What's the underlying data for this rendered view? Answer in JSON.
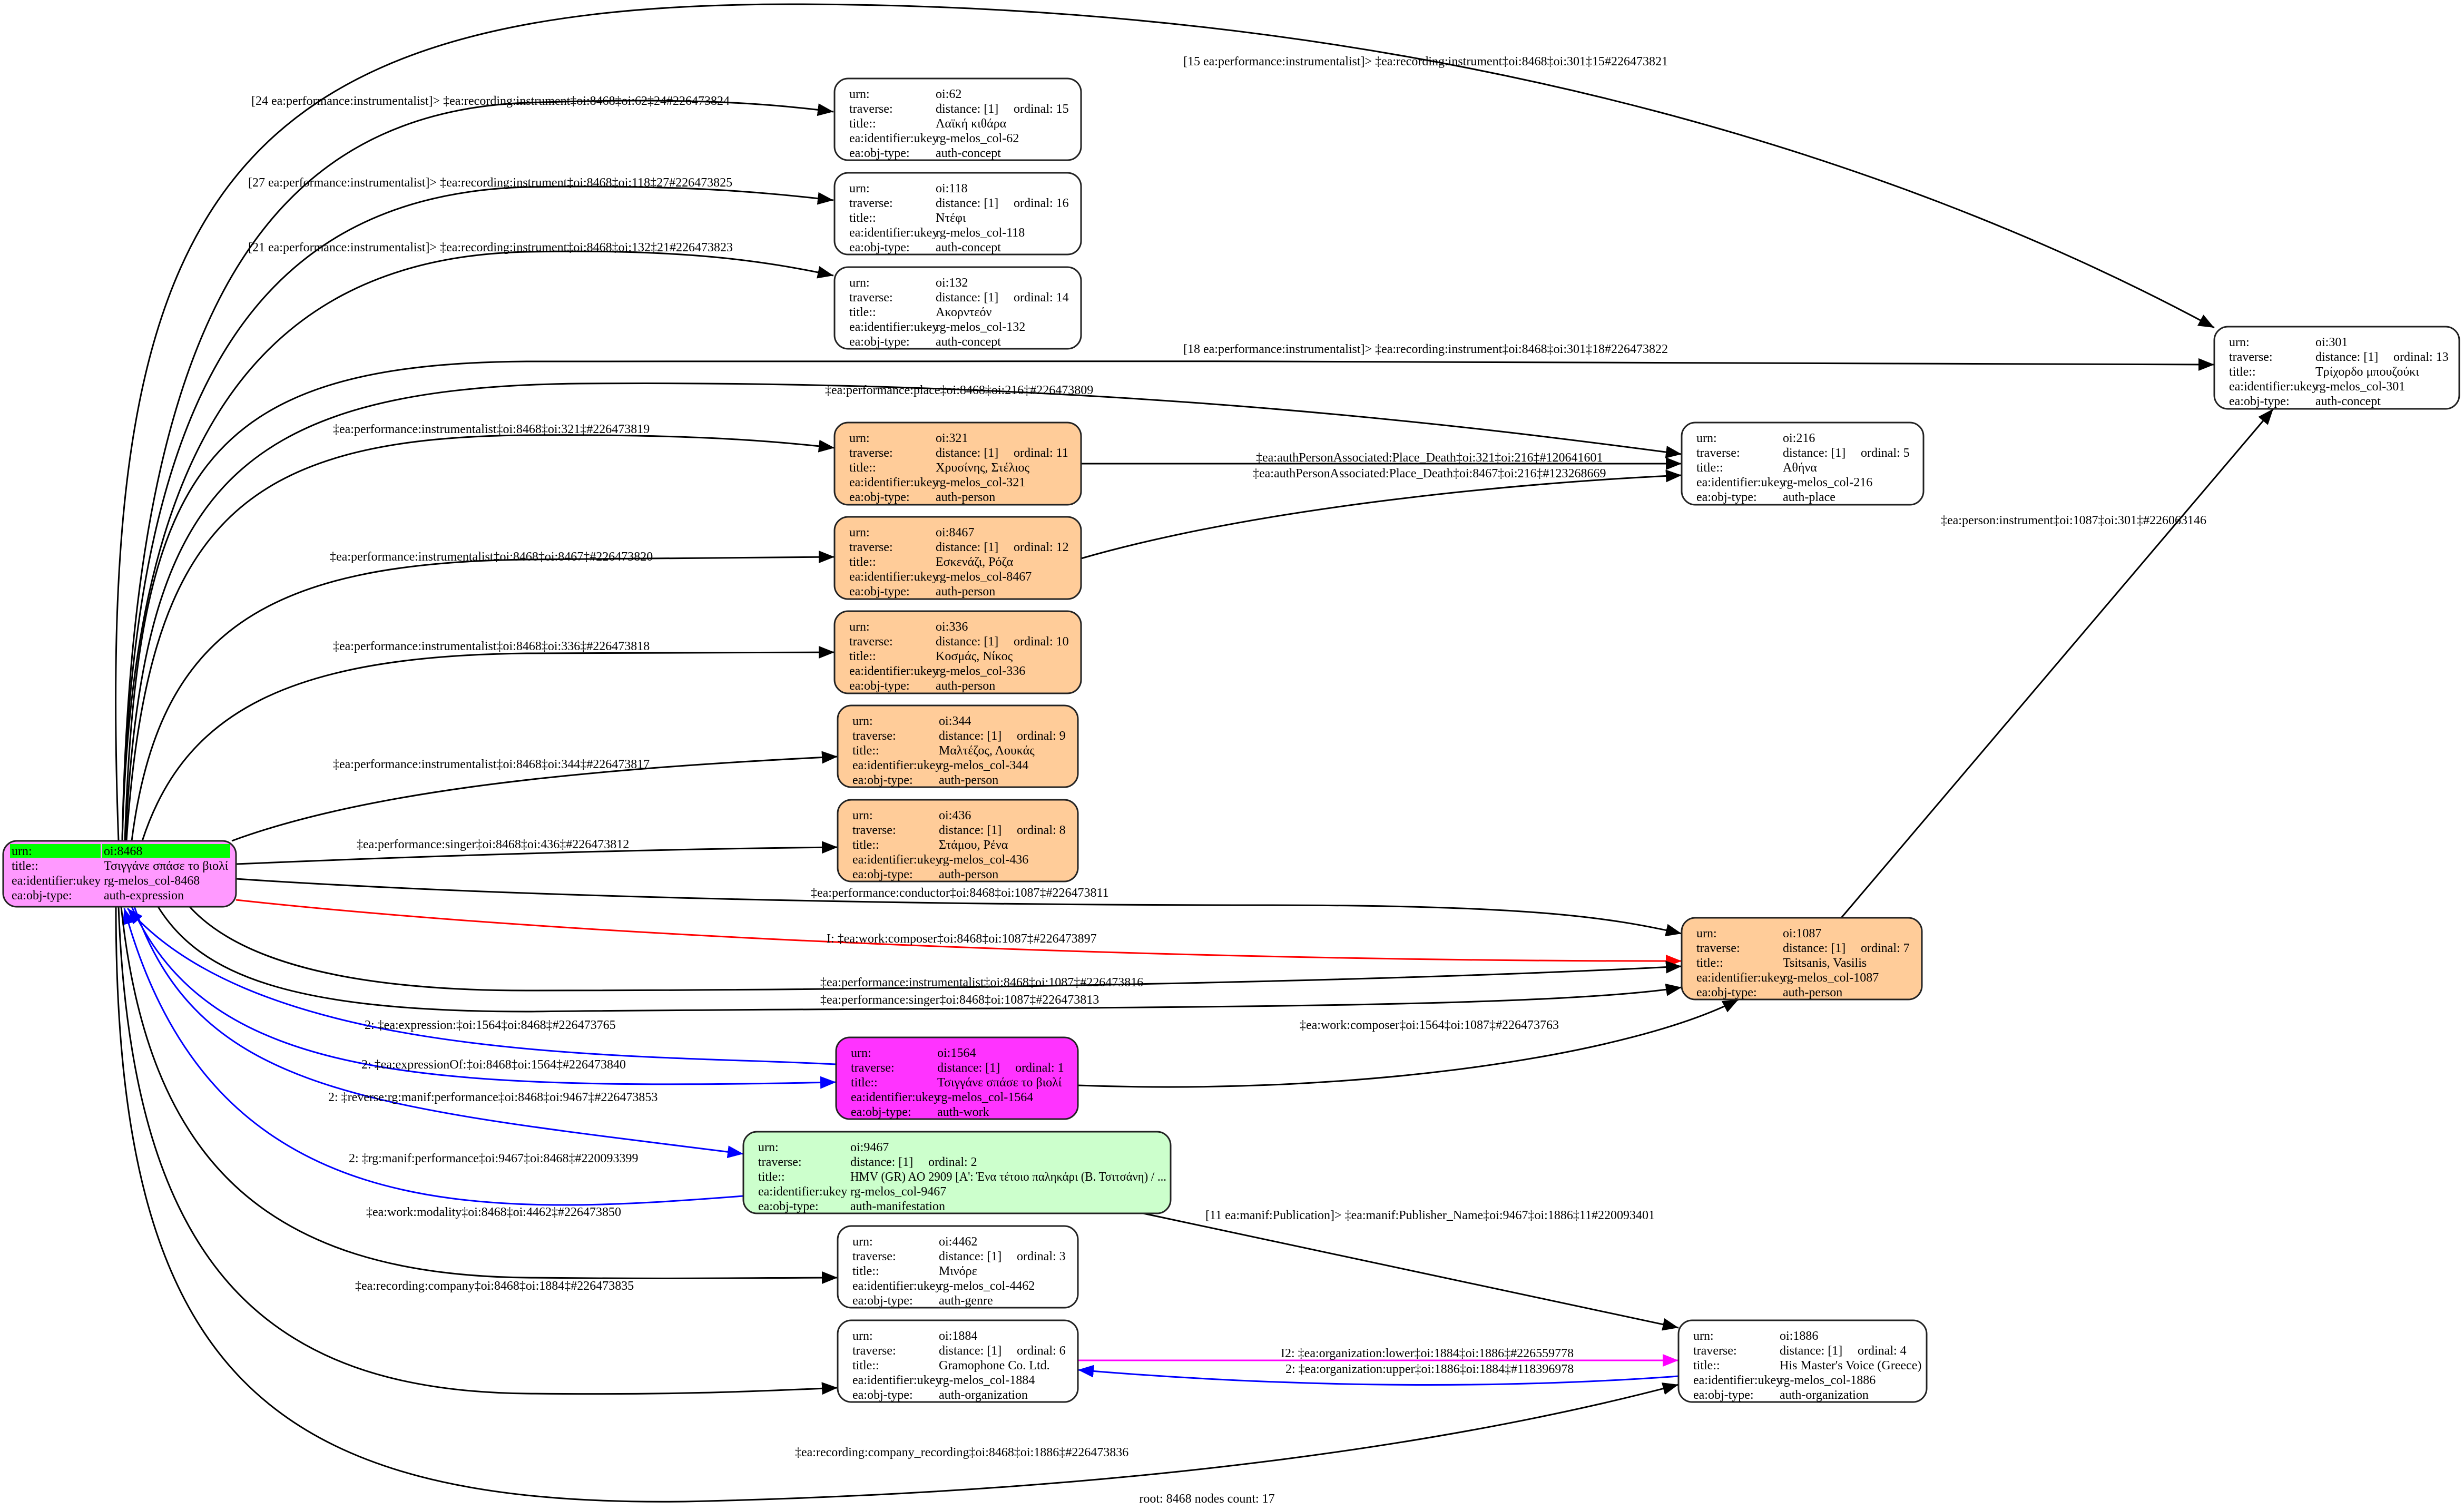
{
  "field_labels": {
    "urn": "urn:",
    "traverse": "traverse:",
    "title": "title::",
    "ukey": "ea:identifier:ukey",
    "obj_type": "ea:obj-type:"
  },
  "colors": {
    "root_fill": "#ff99ff",
    "root_highlight": "#00ff00",
    "person_fill": "#ffcc99",
    "work_fill": "#ff33ff",
    "manifestation_fill": "#ccffcc",
    "default_fill": "#ffffff",
    "edge_default": "#000000",
    "edge_composer": "#ff0000",
    "edge_inverse": "#0000ff",
    "edge_hierarchy": "#ff00ff"
  },
  "nodes": [
    {
      "urn": "oi:8468",
      "title": "Τσιγγάνε σπάσε το βιολί",
      "ukey": "rg-melos_col-8468",
      "obj_type": "auth-expression",
      "fill": "#ff99ff",
      "root": true
    },
    {
      "urn": "oi:62",
      "distance": "distance: [1]",
      "ordinal": "ordinal: 15",
      "title": "Λαϊκή κιθάρα",
      "ukey": "rg-melos_col-62",
      "obj_type": "auth-concept",
      "fill": "#ffffff"
    },
    {
      "urn": "oi:118",
      "distance": "distance: [1]",
      "ordinal": "ordinal: 16",
      "title": "Ντέφι",
      "ukey": "rg-melos_col-118",
      "obj_type": "auth-concept",
      "fill": "#ffffff"
    },
    {
      "urn": "oi:132",
      "distance": "distance: [1]",
      "ordinal": "ordinal: 14",
      "title": "Ακορντεόν",
      "ukey": "rg-melos_col-132",
      "obj_type": "auth-concept",
      "fill": "#ffffff"
    },
    {
      "urn": "oi:321",
      "distance": "distance: [1]",
      "ordinal": "ordinal: 11",
      "title": "Χρυσίνης, Στέλιος",
      "ukey": "rg-melos_col-321",
      "obj_type": "auth-person",
      "fill": "#ffcc99"
    },
    {
      "urn": "oi:8467",
      "distance": "distance: [1]",
      "ordinal": "ordinal: 12",
      "title": "Εσκενάζι, Ρόζα",
      "ukey": "rg-melos_col-8467",
      "obj_type": "auth-person",
      "fill": "#ffcc99"
    },
    {
      "urn": "oi:336",
      "distance": "distance: [1]",
      "ordinal": "ordinal: 10",
      "title": "Κοσμάς, Νίκος",
      "ukey": "rg-melos_col-336",
      "obj_type": "auth-person",
      "fill": "#ffcc99"
    },
    {
      "urn": "oi:344",
      "distance": "distance: [1]",
      "ordinal": "ordinal: 9",
      "title": "Μαλτέζος, Λουκάς",
      "ukey": "rg-melos_col-344",
      "obj_type": "auth-person",
      "fill": "#ffcc99"
    },
    {
      "urn": "oi:436",
      "distance": "distance: [1]",
      "ordinal": "ordinal: 8",
      "title": "Στάμου, Ρένα",
      "ukey": "rg-melos_col-436",
      "obj_type": "auth-person",
      "fill": "#ffcc99"
    },
    {
      "urn": "oi:1564",
      "distance": "distance: [1]",
      "ordinal": "ordinal: 1",
      "title": "Τσιγγάνε σπάσε το βιολί",
      "ukey": "rg-melos_col-1564",
      "obj_type": "auth-work",
      "fill": "#ff33ff"
    },
    {
      "urn": "oi:9467",
      "distance": "distance: [1]",
      "ordinal": "ordinal: 2",
      "title": "HMV (GR) AO 2909 [A': Ένα τέτοιο παληκάρι (Β. Τσιτσάνη) / ...",
      "ukey": "rg-melos_col-9467",
      "obj_type": "auth-manifestation",
      "fill": "#ccffcc"
    },
    {
      "urn": "oi:4462",
      "distance": "distance: [1]",
      "ordinal": "ordinal: 3",
      "title": "Μινόρε",
      "ukey": "rg-melos_col-4462",
      "obj_type": "auth-genre",
      "fill": "#ffffff"
    },
    {
      "urn": "oi:1884",
      "distance": "distance: [1]",
      "ordinal": "ordinal: 6",
      "title": "Gramophone Co. Ltd.",
      "ukey": "rg-melos_col-1884",
      "obj_type": "auth-organization",
      "fill": "#ffffff"
    },
    {
      "urn": "oi:216",
      "distance": "distance: [1]",
      "ordinal": "ordinal: 5",
      "title": "Αθήνα",
      "ukey": "rg-melos_col-216",
      "obj_type": "auth-place",
      "fill": "#ffffff"
    },
    {
      "urn": "oi:301",
      "distance": "distance: [1]",
      "ordinal": "ordinal: 13",
      "title": "Τρίχορδο μπουζούκι",
      "ukey": "rg-melos_col-301",
      "obj_type": "auth-concept",
      "fill": "#ffffff"
    },
    {
      "urn": "oi:1087",
      "distance": "distance: [1]",
      "ordinal": "ordinal: 7",
      "title": "Tsitsanis, Vasilis",
      "ukey": "rg-melos_col-1087",
      "obj_type": "auth-person",
      "fill": "#ffcc99"
    },
    {
      "urn": "oi:1886",
      "distance": "distance: [1]",
      "ordinal": "ordinal: 4",
      "title": "His Master's Voice (Greece)",
      "ukey": "rg-melos_col-1886",
      "obj_type": "auth-organization",
      "fill": "#ffffff"
    }
  ],
  "edges": [
    {
      "from": "oi:8468",
      "to": "oi:62",
      "label": "[24 ea:performance:instrumentalist]> ‡ea:recording:instrument‡oi:8468‡oi:62‡24#226473824",
      "color": "#000000"
    },
    {
      "from": "oi:8468",
      "to": "oi:118",
      "label": "[27 ea:performance:instrumentalist]> ‡ea:recording:instrument‡oi:8468‡oi:118‡27#226473825",
      "color": "#000000"
    },
    {
      "from": "oi:8468",
      "to": "oi:132",
      "label": "[21 ea:performance:instrumentalist]> ‡ea:recording:instrument‡oi:8468‡oi:132‡21#226473823",
      "color": "#000000"
    },
    {
      "from": "oi:8468",
      "to": "oi:301",
      "label": "[15 ea:performance:instrumentalist]> ‡ea:recording:instrument‡oi:8468‡oi:301‡15#226473821",
      "color": "#000000"
    },
    {
      "from": "oi:8468",
      "to": "oi:301",
      "label": "[18 ea:performance:instrumentalist]> ‡ea:recording:instrument‡oi:8468‡oi:301‡18#226473822",
      "color": "#000000"
    },
    {
      "from": "oi:8468",
      "to": "oi:216",
      "label": "‡ea:performance:place‡oi:8468‡oi:216‡#226473809",
      "color": "#000000"
    },
    {
      "from": "oi:8468",
      "to": "oi:321",
      "label": "‡ea:performance:instrumentalist‡oi:8468‡oi:321‡#226473819",
      "color": "#000000"
    },
    {
      "from": "oi:8468",
      "to": "oi:8467",
      "label": "‡ea:performance:instrumentalist‡oi:8468‡oi:8467‡#226473820",
      "color": "#000000"
    },
    {
      "from": "oi:8468",
      "to": "oi:336",
      "label": "‡ea:performance:instrumentalist‡oi:8468‡oi:336‡#226473818",
      "color": "#000000"
    },
    {
      "from": "oi:8468",
      "to": "oi:344",
      "label": "‡ea:performance:instrumentalist‡oi:8468‡oi:344‡#226473817",
      "color": "#000000"
    },
    {
      "from": "oi:8468",
      "to": "oi:436",
      "label": "‡ea:performance:singer‡oi:8468‡oi:436‡#226473812",
      "color": "#000000"
    },
    {
      "from": "oi:8468",
      "to": "oi:1087",
      "label": "‡ea:performance:conductor‡oi:8468‡oi:1087‡#226473811",
      "color": "#000000"
    },
    {
      "from": "oi:8468",
      "to": "oi:1087",
      "label": "I: ‡ea:work:composer‡oi:8468‡oi:1087‡#226473897",
      "color": "#ff0000"
    },
    {
      "from": "oi:8468",
      "to": "oi:1087",
      "label": "‡ea:performance:instrumentalist‡oi:8468‡oi:1087‡#226473816",
      "color": "#000000"
    },
    {
      "from": "oi:8468",
      "to": "oi:1087",
      "label": "‡ea:performance:singer‡oi:8468‡oi:1087‡#226473813",
      "color": "#000000"
    },
    {
      "from": "oi:1564",
      "to": "oi:8468",
      "label": "2: ‡ea:expression:‡oi:1564‡oi:8468‡#226473765",
      "color": "#0000ff"
    },
    {
      "from": "oi:8468",
      "to": "oi:1564",
      "label": "2: ‡ea:expressionOf:‡oi:8468‡oi:1564‡#226473840",
      "color": "#0000ff"
    },
    {
      "from": "oi:8468",
      "to": "oi:9467",
      "label": "2: ‡reverse:rg:manif:performance‡oi:8468‡oi:9467‡#226473853",
      "color": "#0000ff"
    },
    {
      "from": "oi:9467",
      "to": "oi:8468",
      "label": "2: ‡rg:manif:performance‡oi:9467‡oi:8468‡#220093399",
      "color": "#0000ff"
    },
    {
      "from": "oi:8468",
      "to": "oi:4462",
      "label": "‡ea:work:modality‡oi:8468‡oi:4462‡#226473850",
      "color": "#000000"
    },
    {
      "from": "oi:8468",
      "to": "oi:1884",
      "label": "‡ea:recording:company‡oi:8468‡oi:1884‡#226473835",
      "color": "#000000"
    },
    {
      "from": "oi:8468",
      "to": "oi:1886",
      "label": "‡ea:recording:company_recording‡oi:8468‡oi:1886‡#226473836",
      "color": "#000000"
    },
    {
      "from": "oi:321",
      "to": "oi:216",
      "label": "‡ea:authPersonAssociated:Place_Death‡oi:321‡oi:216‡#120641601",
      "color": "#000000"
    },
    {
      "from": "oi:8467",
      "to": "oi:216",
      "label": "‡ea:authPersonAssociated:Place_Death‡oi:8467‡oi:216‡#123268669",
      "color": "#000000"
    },
    {
      "from": "oi:1087",
      "to": "oi:301",
      "label": "‡ea:person:instrument‡oi:1087‡oi:301‡#226063146",
      "color": "#000000"
    },
    {
      "from": "oi:1564",
      "to": "oi:1087",
      "label": "‡ea:work:composer‡oi:1564‡oi:1087‡#226473763",
      "color": "#000000"
    },
    {
      "from": "oi:9467",
      "to": "oi:1886",
      "label": "[11 ea:manif:Publication]> ‡ea:manif:Publisher_Name‡oi:9467‡oi:1886‡11#220093401",
      "color": "#000000"
    },
    {
      "from": "oi:1884",
      "to": "oi:1886",
      "label": "I2: ‡ea:organization:lower‡oi:1884‡oi:1886‡#226559778",
      "color": "#ff00ff"
    },
    {
      "from": "oi:1886",
      "to": "oi:1884",
      "label": "2: ‡ea:organization:upper‡oi:1886‡oi:1884‡#118396978",
      "color": "#0000ff"
    }
  ],
  "footer": "root: 8468 nodes count: 17"
}
